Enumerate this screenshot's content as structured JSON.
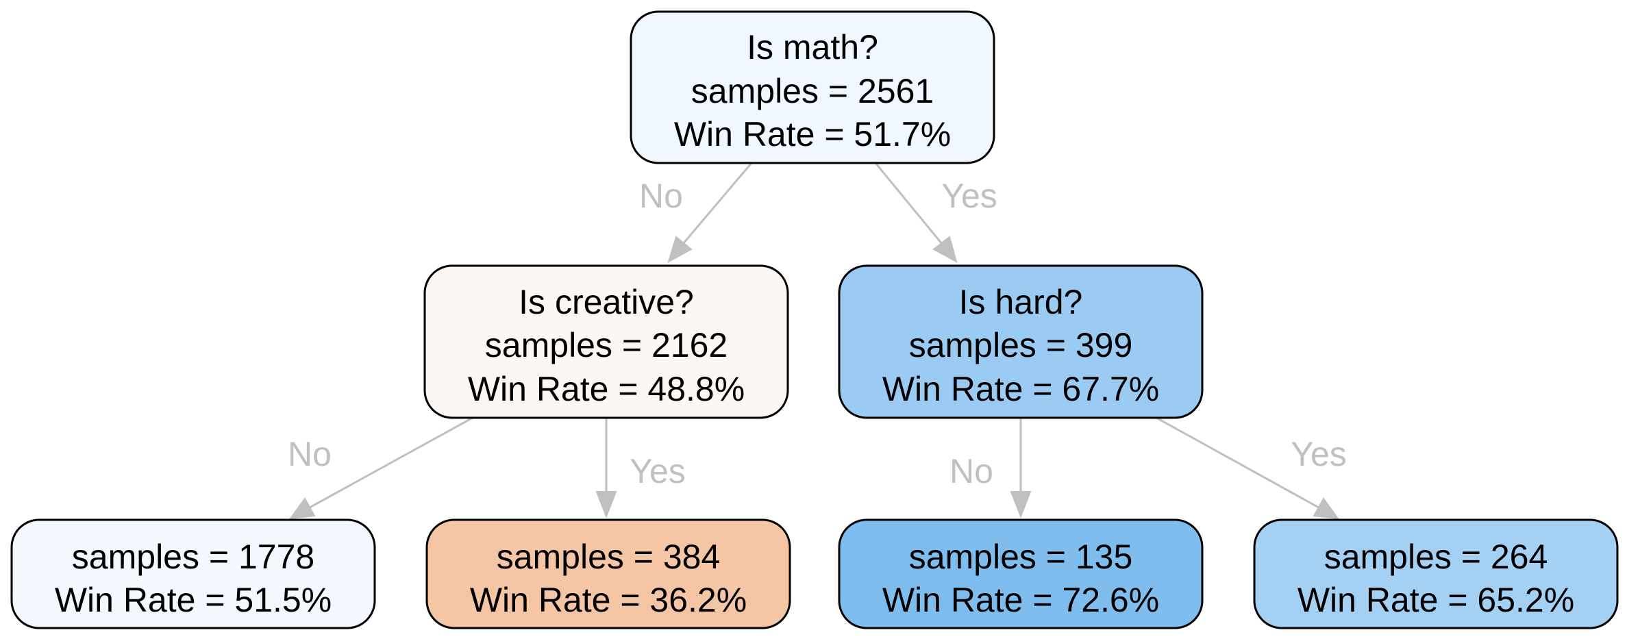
{
  "tree": {
    "nodes": [
      {
        "id": "root",
        "question": "Is math?",
        "samples": "samples = 2561",
        "win_rate": "Win Rate = 51.7%",
        "fill": "#f1f7fe"
      },
      {
        "id": "creative",
        "question": "Is creative?",
        "samples": "samples = 2162",
        "win_rate": "Win Rate = 48.8%",
        "fill": "#fdf7f4"
      },
      {
        "id": "hard",
        "question": "Is hard?",
        "samples": "samples = 399",
        "win_rate": "Win Rate = 67.7%",
        "fill": "#9bcbf2"
      },
      {
        "id": "leaf_not_creative",
        "samples": "samples = 1778",
        "win_rate": "Win Rate = 51.5%",
        "fill": "#f2f8fe"
      },
      {
        "id": "leaf_creative",
        "samples": "samples = 384",
        "win_rate": "Win Rate = 36.2%",
        "fill": "#f4c6a6"
      },
      {
        "id": "leaf_not_hard",
        "samples": "samples = 135",
        "win_rate": "Win Rate = 72.6%",
        "fill": "#7fbdee"
      },
      {
        "id": "leaf_hard",
        "samples": "samples = 264",
        "win_rate": "Win Rate = 65.2%",
        "fill": "#a4d0f4"
      }
    ],
    "edges": [
      {
        "from": "root",
        "to": "creative",
        "label": "No"
      },
      {
        "from": "root",
        "to": "hard",
        "label": "Yes"
      },
      {
        "from": "creative",
        "to": "leaf_not_creative",
        "label": "No"
      },
      {
        "from": "creative",
        "to": "leaf_creative",
        "label": "Yes"
      },
      {
        "from": "hard",
        "to": "leaf_not_hard",
        "label": "No"
      },
      {
        "from": "hard",
        "to": "leaf_hard",
        "label": "Yes"
      }
    ],
    "edge_color": "#c0c0c0"
  }
}
